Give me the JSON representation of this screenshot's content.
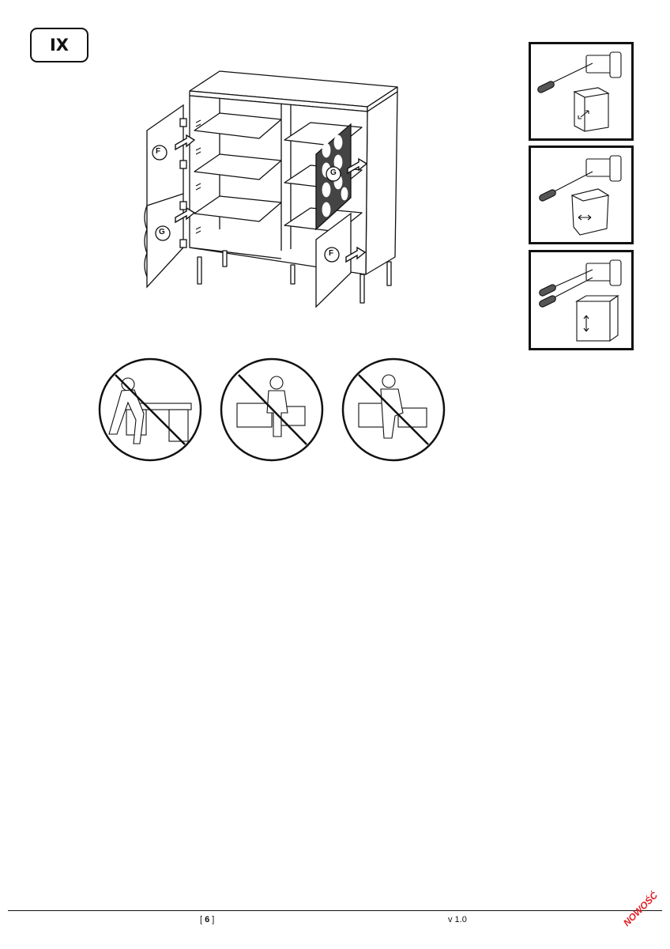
{
  "step": {
    "label": "IX"
  },
  "parts": {
    "door_f": "F",
    "door_g": "G"
  },
  "footer": {
    "page_open": "[ ",
    "page_number": "6",
    "page_close": " ]",
    "version": "v 1.0"
  },
  "brand": {
    "stamp": "NOWOŚĆ",
    "color": "#e31e24"
  }
}
